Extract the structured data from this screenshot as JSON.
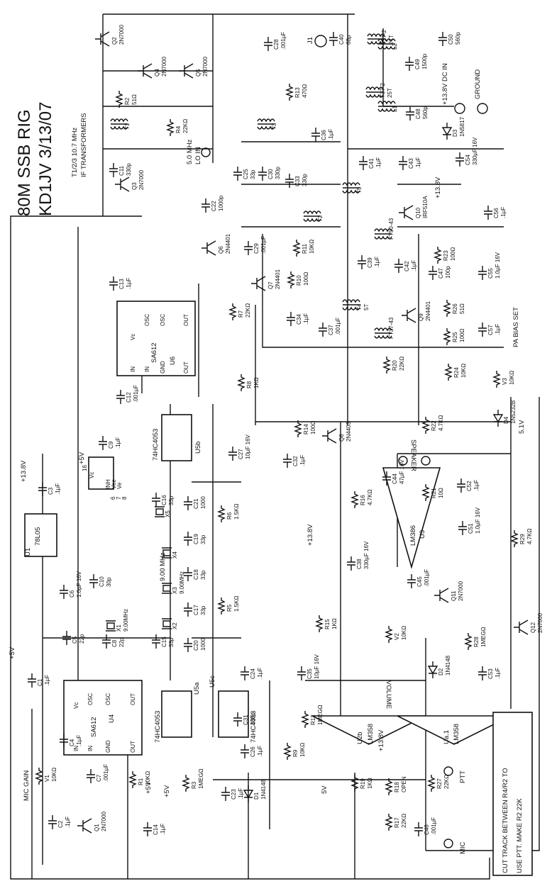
{
  "title": "80M SSB RIG",
  "subtitle": "KD1JV 3/13/07",
  "if_note_line1": "T1/2/3 10.7 MHz",
  "if_note_line2": "IF TRANSFORMERS",
  "pcb_note_line1": "CUT TRACK BETWEEN R4/R2 TO",
  "pcb_note_line2": "USE PTT. MAKE R2 22K",
  "connectors": [
    {
      "label": "J1"
    },
    {
      "label": "+13.8V DC IN"
    },
    {
      "label": "GROUND"
    },
    {
      "label": "5.0 MHz"
    },
    {
      "label": "LO IN"
    },
    {
      "label": "SPEAKER"
    },
    {
      "label": "PTT"
    },
    {
      "label": "MIC"
    },
    {
      "label": "PA BIAS SET"
    }
  ],
  "rails": [
    {
      "label": "+13.8V"
    },
    {
      "label": "+5V"
    },
    {
      "label": "5V"
    },
    {
      "label": "5.1V"
    }
  ],
  "chips": [
    {
      "ref": "U4",
      "part": "SA612",
      "pins": [
        "Vc",
        "OSC",
        "OSC",
        "IN",
        "IN",
        "GND",
        "OUT",
        "OUT"
      ]
    },
    {
      "ref": "U6",
      "part": "SA612",
      "pins": [
        "Vc",
        "OSC",
        "OSC",
        "IN",
        "IN",
        "GND",
        "OUT",
        "OUT"
      ]
    },
    {
      "ref": "U5a",
      "part": "74HC4053"
    },
    {
      "ref": "U5b",
      "part": "74HC4053"
    },
    {
      "ref": "U5c",
      "part": "74HC4053"
    },
    {
      "ref": "U3",
      "part": "LM386"
    },
    {
      "ref": "U2b",
      "part": "LM358"
    },
    {
      "ref": "Ua.1",
      "part": "LM358"
    },
    {
      "ref": "U1",
      "part": "78L05"
    }
  ],
  "u5_power_pins": [
    "16",
    "Vc",
    "6",
    "INH",
    "7",
    "Vee",
    "8",
    "Ve"
  ],
  "components": [
    {
      "ref": "C28",
      "value": ".001µF"
    },
    {
      "ref": "Q2",
      "value": "2N7000"
    },
    {
      "ref": "C40",
      "value": "68p"
    },
    {
      "ref": "C50",
      "value": "560p"
    },
    {
      "ref": "T37-2",
      "value": "27T"
    },
    {
      "ref": "L2",
      "value": ""
    },
    {
      "ref": "C49",
      "value": "1500p"
    },
    {
      "ref": "Q4",
      "value": "2N7000"
    },
    {
      "ref": "Q5",
      "value": "2N7000"
    },
    {
      "ref": "R2",
      "value": "51Ω"
    },
    {
      "ref": "R4",
      "value": "22KΩ"
    },
    {
      "ref": "R13",
      "value": "470Ω"
    },
    {
      "ref": "T37-2",
      "value": "25T"
    },
    {
      "ref": "L1",
      "value": ""
    },
    {
      "ref": "C48",
      "value": "560p"
    },
    {
      "ref": "D3",
      "value": "1N5817"
    },
    {
      "ref": "T1",
      "value": ""
    },
    {
      "ref": "T3",
      "value": ""
    },
    {
      "ref": "C36",
      "value": ".1µF"
    },
    {
      "ref": "C11",
      "value": "330p"
    },
    {
      "ref": "Q3",
      "value": "2N7000"
    },
    {
      "ref": "C41",
      "value": ".1µF"
    },
    {
      "ref": "C43",
      "value": ".1µF"
    },
    {
      "ref": "C54",
      "value": "330µF 16V"
    },
    {
      "ref": "C25",
      "value": "33p"
    },
    {
      "ref": "C30",
      "value": "330p"
    },
    {
      "ref": "C33",
      "value": "330p"
    },
    {
      "ref": "C22",
      "value": "1000p"
    },
    {
      "ref": "T5",
      "value": ""
    },
    {
      "ref": "Q10",
      "value": "IRF510A"
    },
    {
      "ref": "C56",
      "value": ".1µF"
    },
    {
      "ref": "T2",
      "value": ""
    },
    {
      "ref": "FT50-43",
      "value": ""
    },
    {
      "ref": "Q6",
      "value": "2N4401"
    },
    {
      "ref": "C29",
      "value": ".001µF"
    },
    {
      "ref": "R11",
      "value": "10KΩ"
    },
    {
      "ref": "R23",
      "value": "100Ω"
    },
    {
      "ref": "C39",
      "value": ".1µF"
    },
    {
      "ref": "C42",
      "value": ".1µF"
    },
    {
      "ref": "C47",
      "value": "100p"
    },
    {
      "ref": "C55",
      "value": "1.0µF 16V"
    },
    {
      "ref": "C13",
      "value": ".1µF"
    },
    {
      "ref": "Q7",
      "value": "2N4401"
    },
    {
      "ref": "R10",
      "value": "100Ω"
    },
    {
      "ref": "T4",
      "value": "5T"
    },
    {
      "ref": "Q9",
      "value": "2N4401"
    },
    {
      "ref": "R26",
      "value": "51Ω"
    },
    {
      "ref": "R7",
      "value": "22KΩ"
    },
    {
      "ref": "C34",
      "value": ".1µF"
    },
    {
      "ref": "C37",
      "value": ".001µF"
    },
    {
      "ref": "FT37-43",
      "value": ""
    },
    {
      "ref": "R25",
      "value": "100Ω"
    },
    {
      "ref": "C57",
      "value": ".1µF"
    },
    {
      "ref": "R8",
      "value": "1KΩ"
    },
    {
      "ref": "R20",
      "value": "22KΩ"
    },
    {
      "ref": "R24",
      "value": "10KΩ"
    },
    {
      "ref": "V3",
      "value": "10KΩ"
    },
    {
      "ref": "C12",
      "value": ".001µF"
    },
    {
      "ref": "R22",
      "value": "4.7KΩ"
    },
    {
      "ref": "D4",
      "value": "1N5232B"
    },
    {
      "ref": "R14",
      "value": "100Ω"
    },
    {
      "ref": "C27",
      "value": "10µF 16V"
    },
    {
      "ref": "C32",
      "value": ".1µF"
    },
    {
      "ref": "Q8",
      "value": "2N4403"
    },
    {
      "ref": "C3",
      "value": ".1µF"
    },
    {
      "ref": "C9",
      "value": ".1µF"
    },
    {
      "ref": "C16",
      "value": "33p"
    },
    {
      "ref": "C21",
      "value": "1000"
    },
    {
      "ref": "R6",
      "value": "1.5KΩ"
    },
    {
      "ref": "X5",
      "value": ""
    },
    {
      "ref": "C44",
      "value": "47µF 16V"
    },
    {
      "ref": "R21",
      "value": "10Ω"
    },
    {
      "ref": "C52",
      "value": ".1µF"
    },
    {
      "ref": "R16",
      "value": "4.7KΩ"
    },
    {
      "ref": "C19",
      "value": "33p"
    },
    {
      "ref": "X4",
      "value": ""
    },
    {
      "ref": "C51",
      "value": "1.0µF 16V"
    },
    {
      "ref": "R29",
      "value": "4.7KΩ"
    },
    {
      "ref": "C18",
      "value": "33p"
    },
    {
      "ref": "X3",
      "value": "9.00MHz"
    },
    {
      "ref": "C38",
      "value": "330µF 16V"
    },
    {
      "ref": "C45",
      "value": ".001µF"
    },
    {
      "ref": "C6",
      "value": "1.0µF 16V"
    },
    {
      "ref": "C10",
      "value": "30p"
    },
    {
      "ref": "X1",
      "value": "9.00MHz"
    },
    {
      "ref": "C17",
      "value": "33p"
    },
    {
      "ref": "X2",
      "value": ""
    },
    {
      "ref": "R5",
      "value": "1.5KΩ"
    },
    {
      "ref": "Q11",
      "value": "2N7000"
    },
    {
      "ref": "C5",
      "value": "22p"
    },
    {
      "ref": "C8",
      "value": "22p"
    },
    {
      "ref": "C15",
      "value": "33p"
    },
    {
      "ref": "C20",
      "value": "1000"
    },
    {
      "ref": "R15",
      "value": "1KΩ"
    },
    {
      "ref": "V2",
      "value": "10KΩ"
    },
    {
      "ref": "R28",
      "value": "1MEGΩ"
    },
    {
      "ref": "Q12",
      "value": "2N7000"
    },
    {
      "ref": "C24",
      "value": ".1µF"
    },
    {
      "ref": "C35",
      "value": "10µF 16V"
    },
    {
      "ref": "D2",
      "value": "1N4148"
    },
    {
      "ref": "C53",
      "value": ".1µF"
    },
    {
      "ref": "C1",
      "value": ".1µF"
    },
    {
      "ref": "C31",
      "value": "330p"
    },
    {
      "ref": "R12",
      "value": "1MEGΩ"
    },
    {
      "ref": "C4",
      "value": ".1µF"
    },
    {
      "ref": "C26",
      "value": ".1µF"
    },
    {
      "ref": "R9",
      "value": "10KΩ"
    },
    {
      "ref": "V1",
      "value": "10KΩ"
    },
    {
      "ref": "C7",
      "value": ".001µF"
    },
    {
      "ref": "R1",
      "value": "10KΩ"
    },
    {
      "ref": "R3",
      "value": "1MEGΩ"
    },
    {
      "ref": "R19",
      "value": "1KΩ"
    },
    {
      "ref": "R27",
      "value": "22KΩ"
    },
    {
      "ref": "R18",
      "value": "OPEN"
    },
    {
      "ref": "C23",
      "value": ".1µF"
    },
    {
      "ref": "D1",
      "value": "1N4148"
    },
    {
      "ref": "C2",
      "value": ".1µF"
    },
    {
      "ref": "Q1",
      "value": "2N7000"
    },
    {
      "ref": "C14",
      "value": ".1µF"
    },
    {
      "ref": "R17",
      "value": "22KΩ"
    },
    {
      "ref": "C46",
      "value": ".001µF"
    }
  ],
  "misc_labels": [
    "MIC GAIN",
    "VOLUME",
    "9.00 MHz",
    "+5V"
  ]
}
